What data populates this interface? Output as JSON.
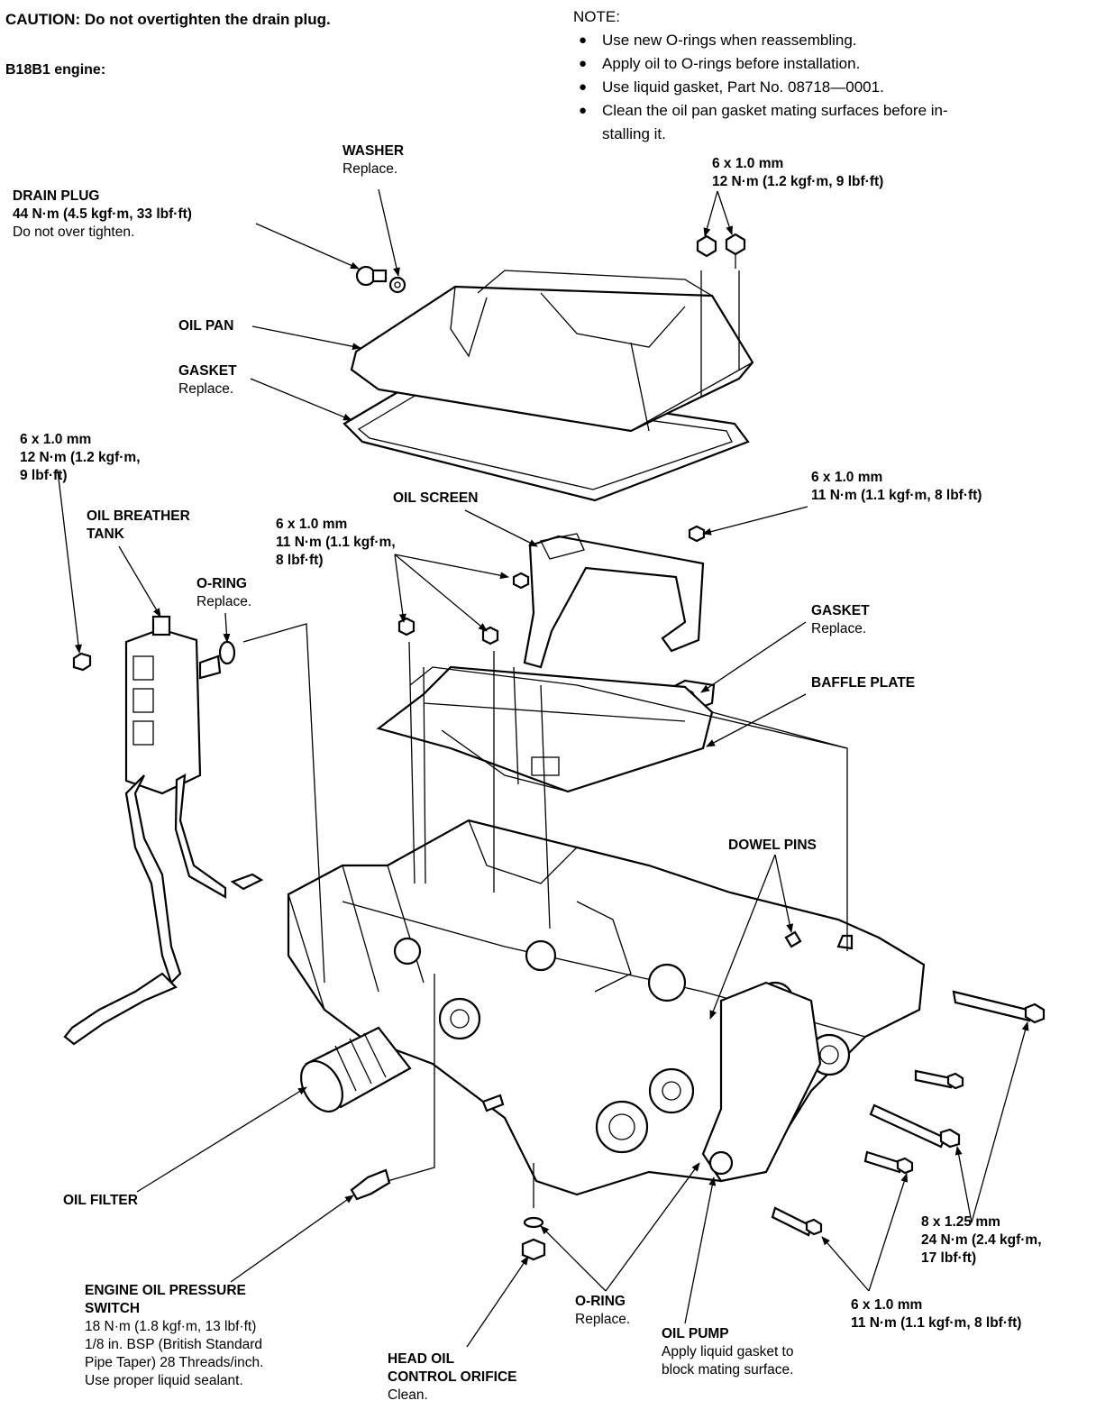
{
  "caution": "CAUTION: Do not overtighten the drain plug.",
  "engine_label": "B18B1 engine:",
  "note": {
    "title": "NOTE:",
    "items": [
      {
        "line1": "Use new O-rings when reassembling.",
        "line2": ""
      },
      {
        "line1": "Apply oil to O-rings before installation.",
        "line2": ""
      },
      {
        "line1": "Use liquid gasket, Part No. 08718—0001.",
        "line2": ""
      },
      {
        "line1": "Clean the oil pan gasket mating surfaces before in-",
        "line2": "stalling it."
      }
    ]
  },
  "labels": {
    "washer": {
      "title": "WASHER",
      "desc": "Replace."
    },
    "drain_plug": {
      "title": "DRAIN PLUG",
      "spec": "44 N·m (4.5 kgf·m, 33 lbf·ft)",
      "desc": "Do not over tighten."
    },
    "bolt_pan": {
      "size": "6 x 1.0 mm",
      "torque": "12 N·m (1.2 kgf·m, 9 lbf·ft)"
    },
    "oil_pan": {
      "title": "OIL PAN"
    },
    "gasket_pan": {
      "title": "GASKET",
      "desc": "Replace."
    },
    "bolt_breather": {
      "size": "6 x 1.0 mm",
      "torque1": "12 N·m (1.2 kgf·m,",
      "torque2": "9 lbf·ft)"
    },
    "oil_screen": {
      "title": "OIL SCREEN"
    },
    "bolt_screen_right": {
      "size": "6 x 1.0 mm",
      "torque": "11 N·m (1.1 kgf·m, 8 lbf·ft)"
    },
    "breather_tank": {
      "title1": "OIL BREATHER",
      "title2": "TANK"
    },
    "bolt_baffle": {
      "size": "6 x 1.0 mm",
      "torque1": "11 N·m (1.1 kgf·m,",
      "torque2": "8 lbf·ft)"
    },
    "o_ring_top": {
      "title": "O-RING",
      "desc": "Replace."
    },
    "gasket_screen": {
      "title": "GASKET",
      "desc": "Replace."
    },
    "baffle_plate": {
      "title": "BAFFLE PLATE"
    },
    "dowel_pins": {
      "title": "DOWEL PINS"
    },
    "oil_filter": {
      "title": "OIL FILTER"
    },
    "bolt_pump_large": {
      "size": "8 x 1.25 mm",
      "torque1": "24 N·m (2.4 kgf·m,",
      "torque2": "17 lbf·ft)"
    },
    "pressure_switch": {
      "title1": "ENGINE OIL PRESSURE",
      "title2": "SWITCH",
      "spec": "18 N·m (1.8 kgf·m, 13 lbf·ft)",
      "desc1": "1/8 in. BSP (British Standard",
      "desc2": "Pipe Taper) 28 Threads/inch.",
      "desc3": "Use proper liquid sealant."
    },
    "o_ring_bottom": {
      "title": "O-RING",
      "desc": "Replace."
    },
    "bolt_pump_small": {
      "size": "6 x 1.0 mm",
      "torque": "11 N·m (1.1 kgf·m, 8 lbf·ft)"
    },
    "oil_pump": {
      "title": "OIL PUMP",
      "desc1": "Apply liquid gasket to",
      "desc2": "block mating surface."
    },
    "orifice": {
      "title1": "HEAD OIL",
      "title2": "CONTROL ORIFICE",
      "desc": "Clean."
    }
  }
}
